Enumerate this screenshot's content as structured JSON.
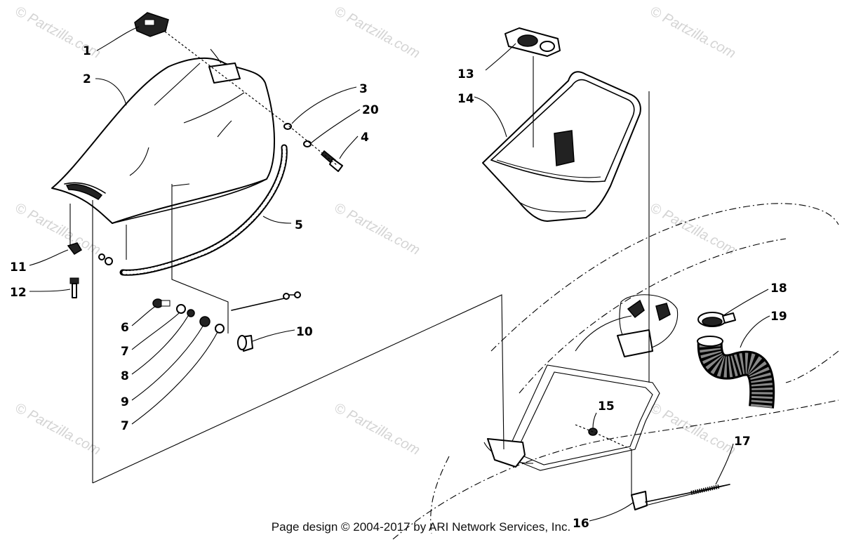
{
  "footer": "Page design © 2004-2017 by ARI Network Services, Inc.",
  "watermark": "© Partzilla.com",
  "callouts": [
    {
      "id": "1",
      "label": "1"
    },
    {
      "id": "2",
      "label": "2"
    },
    {
      "id": "3",
      "label": "3"
    },
    {
      "id": "20",
      "label": "20"
    },
    {
      "id": "4",
      "label": "4"
    },
    {
      "id": "5",
      "label": "5"
    },
    {
      "id": "6",
      "label": "6"
    },
    {
      "id": "7a",
      "label": "7"
    },
    {
      "id": "8",
      "label": "8"
    },
    {
      "id": "9",
      "label": "9"
    },
    {
      "id": "7b",
      "label": "7"
    },
    {
      "id": "10",
      "label": "10"
    },
    {
      "id": "11",
      "label": "11"
    },
    {
      "id": "12",
      "label": "12"
    },
    {
      "id": "13",
      "label": "13"
    },
    {
      "id": "14",
      "label": "14"
    },
    {
      "id": "15",
      "label": "15"
    },
    {
      "id": "16",
      "label": "16"
    },
    {
      "id": "17",
      "label": "17"
    },
    {
      "id": "18",
      "label": "18"
    },
    {
      "id": "19",
      "label": "19"
    }
  ]
}
